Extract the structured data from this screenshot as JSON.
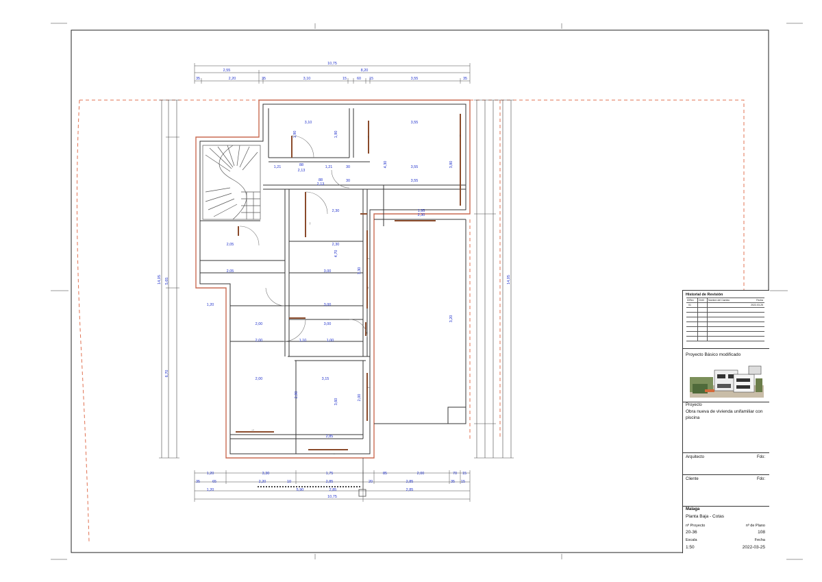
{
  "revision": {
    "title": "Historial de Revisión",
    "headers": [
      "IDRev",
      "ChID",
      "Nombre del Cambio",
      "Fecha"
    ],
    "rows": [
      [
        "01",
        "",
        "",
        "2022-03-25"
      ]
    ]
  },
  "project_label_top": "Proyecto Básico modificado",
  "proyecto": {
    "label": "Proyecto",
    "desc_line1": "Obra nueva de vivienda unifamiliar con",
    "desc_line2": "piscina"
  },
  "arquitecto": {
    "label": "Arquitecto",
    "sign": "Fdo:"
  },
  "cliente": {
    "label": "Cliente",
    "sign": "Fdo:"
  },
  "sheet": {
    "partial": "Malaga",
    "title": "Planta Baja - Cotas",
    "nproyecto_label": "nº Proyecto",
    "nplano_label": "nº de Plano",
    "nproyecto": "20-36",
    "nplano": "108",
    "escala_label": "Escala",
    "fecha_label": "Fecha",
    "escala": "1:50",
    "fecha": "2022-03-25"
  },
  "dimensions": {
    "top_total": "10,75",
    "top_parts": [
      "2,55",
      "8,20"
    ],
    "top_detail": [
      "35",
      "2,20",
      "35",
      "3,10",
      "15",
      "60",
      "15",
      "3,55",
      "35"
    ],
    "bottom_row1": [
      "1,20",
      "3,30",
      "1,75",
      "85",
      "2,00",
      "70",
      "15"
    ],
    "bottom_row2": [
      "35",
      "65",
      "2,20",
      "10",
      "2,85",
      "20",
      "2,85",
      "35",
      "15"
    ],
    "bottom_row3": [
      "1,20",
      "5,90",
      "2,85",
      "2,85"
    ],
    "bottom_total": "10,75",
    "left_total": "14,05",
    "right_total": "14,05",
    "interior": [
      "3,10",
      "3,55",
      "1,21",
      "1,21",
      "3,55",
      "3,55",
      "2,30",
      "1,95",
      "2,30",
      "2,05",
      "2,30",
      "2,05",
      "3,00",
      "1,20",
      "3,00",
      "2,00",
      "3,00",
      "2,00",
      "1,10",
      "1,00",
      "2,00",
      "3,15",
      "2,85",
      "88",
      "88",
      "30",
      "30",
      "2,13",
      "2,13",
      "1,90",
      "1,90",
      "4,30",
      "3,80",
      "4,70",
      "3,30",
      "2,90",
      "3,60",
      "2,00",
      "3,20",
      "5,65",
      "6,70"
    ]
  }
}
